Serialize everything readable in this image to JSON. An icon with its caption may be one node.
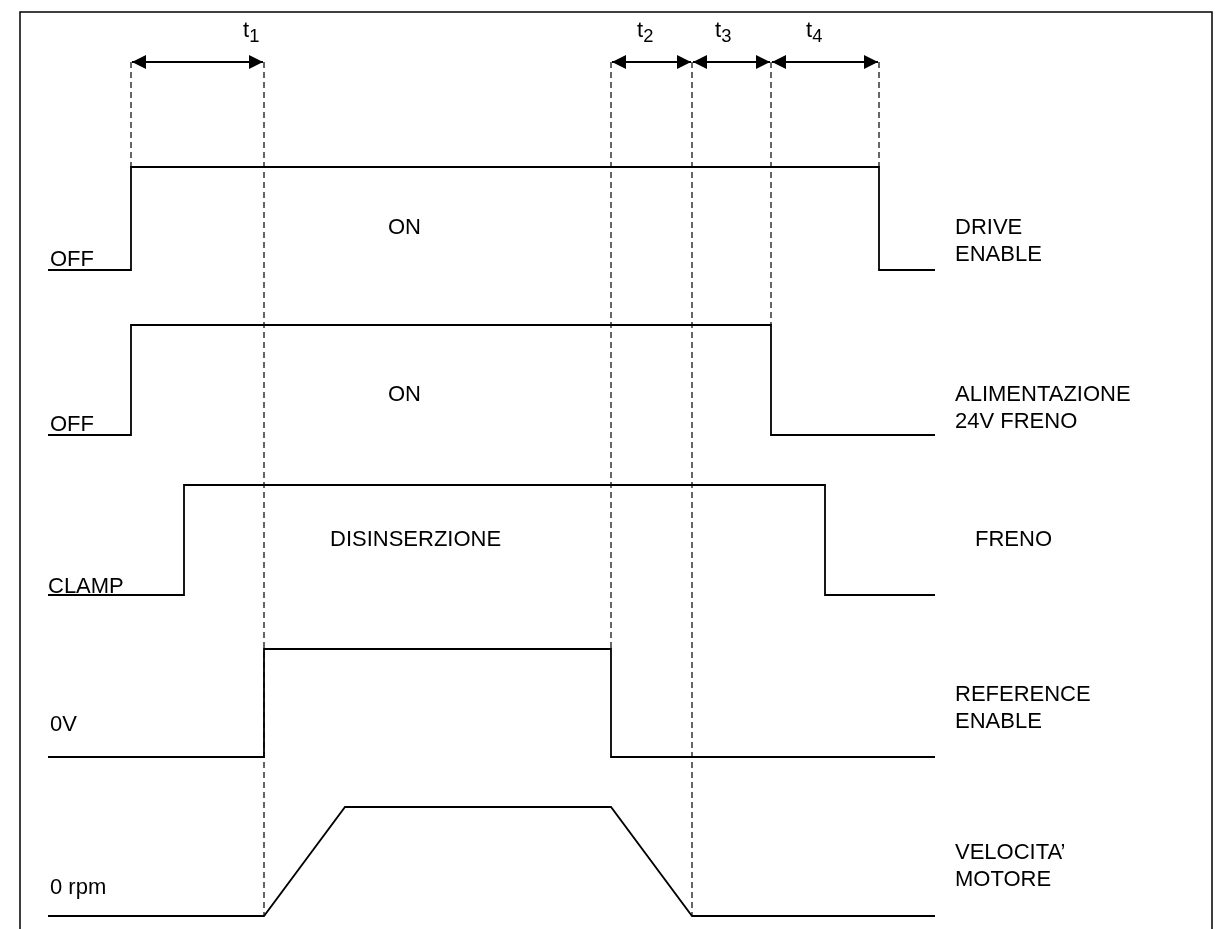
{
  "diagram": {
    "labels": [
      "t$_{1}$",
      "t$_{2}$",
      "t$_{3}$",
      "t$_{4}$",
      "OFF",
      "ON",
      "DRIVE ENABLE",
      "OFF",
      "ON",
      "ALIMENTAZIONE 24V FRENO",
      "CLAMP",
      "DISINSERZIONE",
      "FRENO",
      "0V",
      "REFERENCE ENABLE",
      "0 rpm",
      "VELOCITA’ MOTORE"
    ]
  }
}
